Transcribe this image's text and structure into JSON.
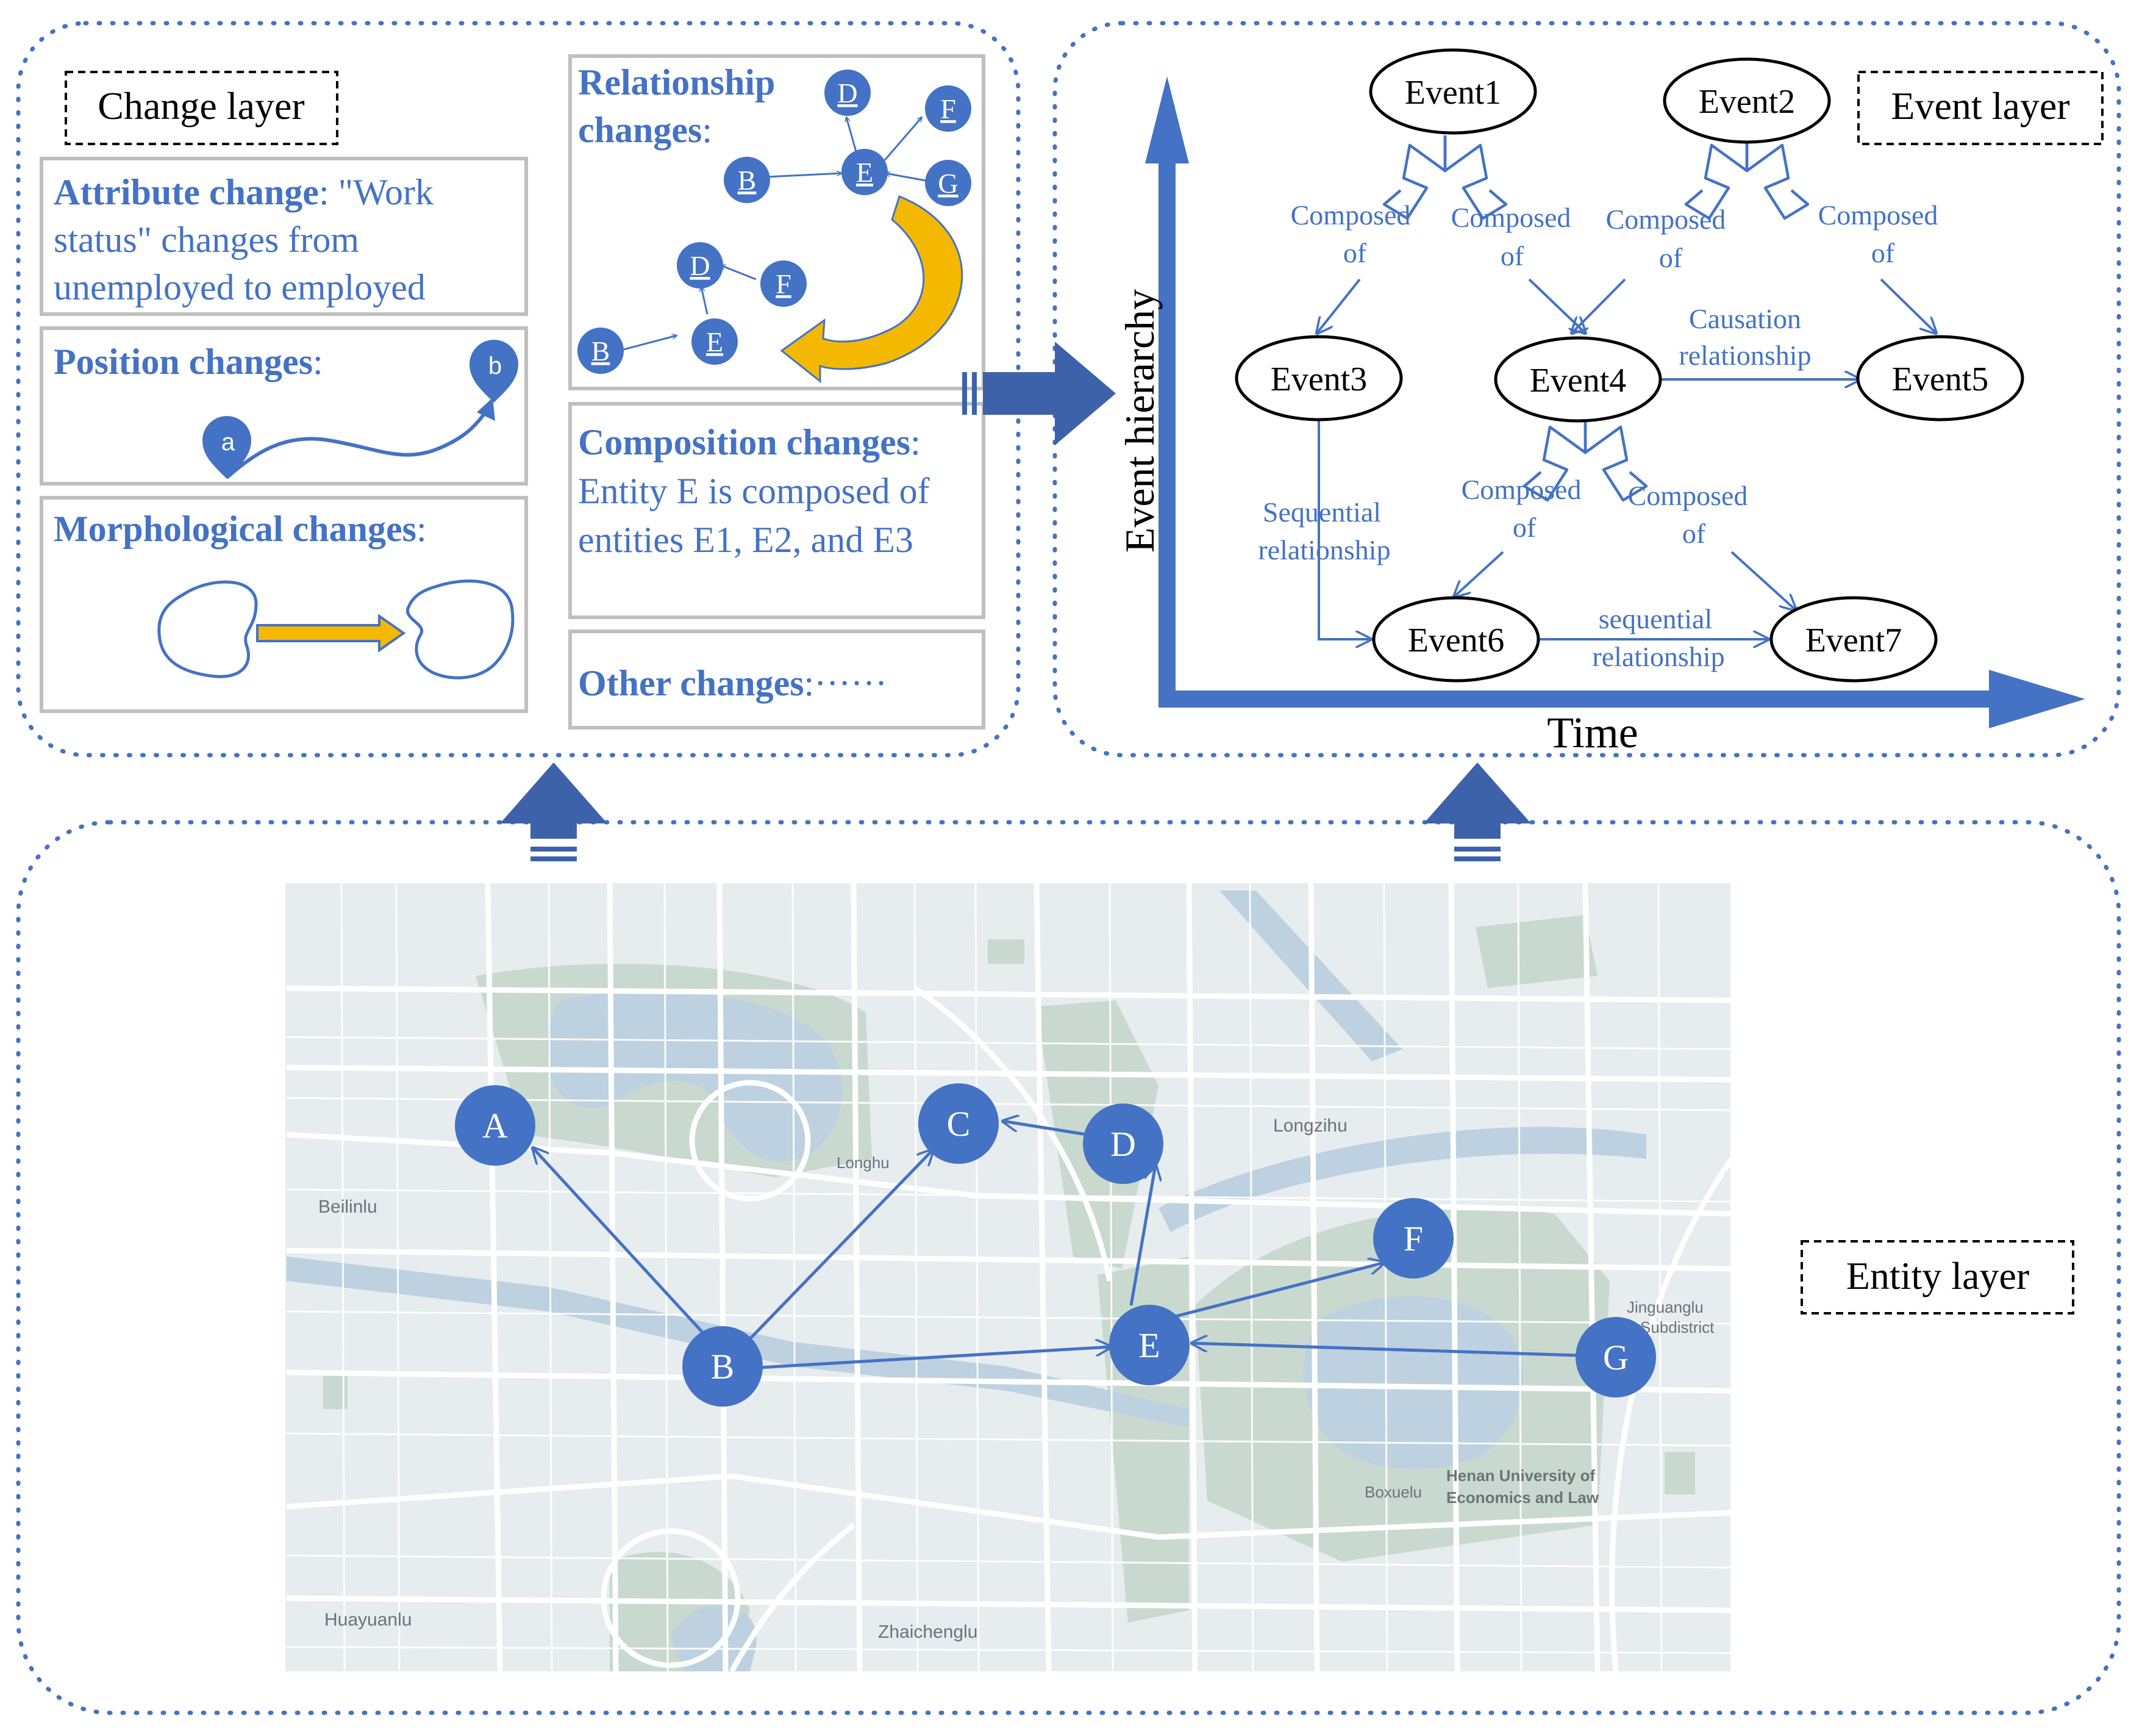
{
  "change_layer": {
    "title": "Change layer",
    "attribute": {
      "heading": "Attribute change",
      "text_lines": [
        ": \"Work",
        "status\" changes from",
        "unemployed to employed"
      ]
    },
    "position": {
      "heading": "Position changes",
      "suffix": ":",
      "point_a": "a",
      "point_b": "b"
    },
    "morphological": {
      "heading": "Morphological changes",
      "suffix": ":"
    },
    "relationship": {
      "heading_line1": "Relationship",
      "heading_line2": "changes",
      "suffix": ":"
    },
    "composition": {
      "heading": "Composition changes",
      "suffix": ":",
      "text_lines": [
        "Entity E is composed of",
        "entities E1, E2, and E3"
      ]
    },
    "other": {
      "heading": "Other changes",
      "suffix": ":······"
    }
  },
  "relationship_nodes": {
    "top": [
      "D",
      "F",
      "B",
      "E",
      "G"
    ],
    "bottom": [
      "D",
      "F",
      "B",
      "E"
    ]
  },
  "event_layer": {
    "title": "Event layer",
    "y_axis_label": "Event hierarchy",
    "x_axis_label": "Time",
    "events": [
      "Event1",
      "Event2",
      "Event3",
      "Event4",
      "Event5",
      "Event6",
      "Event7"
    ],
    "composed_label_word": "Composed",
    "composed_label_of": "of",
    "causation_label": [
      "Causation",
      "relationship"
    ],
    "sequential_label": [
      "Sequential",
      "relationship"
    ],
    "sequential_label_lower": [
      "sequential",
      "relationship"
    ]
  },
  "entity_layer": {
    "title": "Entity layer",
    "nodes": [
      "A",
      "B",
      "C",
      "D",
      "E",
      "F",
      "G"
    ],
    "map_labels": [
      "Beilinlu",
      "Longhu",
      "Longzihu",
      "Jinguanglu",
      "Subdistrict",
      "Huayuanlu",
      "Zhaichenglu",
      "Boxuelu",
      "Henan University of",
      "Economics and Law"
    ]
  },
  "colors": {
    "primary_blue": "#4472c4",
    "dark_arrow_blue": "#3e62aa",
    "text_blue": "#4472c4",
    "accent_yellow": "#f5b800",
    "map_background": "#e7ecef",
    "map_green": "#cad9cf",
    "map_water": "#bdd1e0"
  }
}
